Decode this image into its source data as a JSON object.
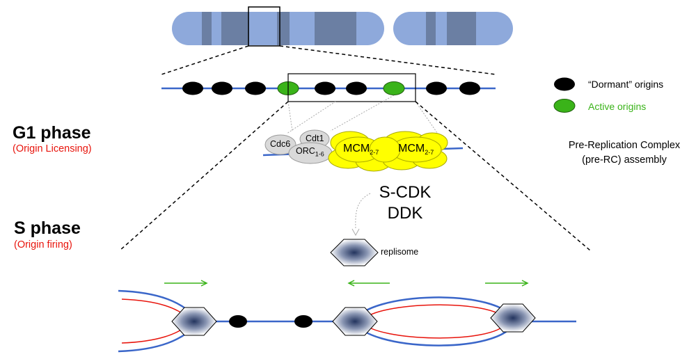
{
  "colors": {
    "chromosome_fill": "#8ea9db",
    "chromosome_band": "#6b7fa3",
    "dna_line": "#3a66c9",
    "new_strand": "#e8140c",
    "active_origin": "#3ab319",
    "dormant_origin": "#000000",
    "mcm_fill": "#ffff00",
    "protein_gray": "#d9d9d9",
    "arrow": "#3ab319",
    "label_red": "#e8140c"
  },
  "legend": {
    "dormant_label": "“Dormant” origins",
    "active_label": "Active origins"
  },
  "g1": {
    "title": "G1 phase",
    "subtitle": "(Origin Licensing)"
  },
  "s": {
    "title": "S phase",
    "subtitle": "(Origin firing)"
  },
  "pre_rc": {
    "line1": "Pre-Replication Complex",
    "line2": "(pre-RC) assembly"
  },
  "proteins": {
    "cdc6": "Cdc6",
    "cdt1": "Cdt1",
    "orc": "ORC",
    "orc_sub": "1-6",
    "mcm": "MCM",
    "mcm_sub": "2-7"
  },
  "kinases": {
    "line1": "S-CDK",
    "line2": "DDK"
  },
  "replisome_label": "replisome"
}
